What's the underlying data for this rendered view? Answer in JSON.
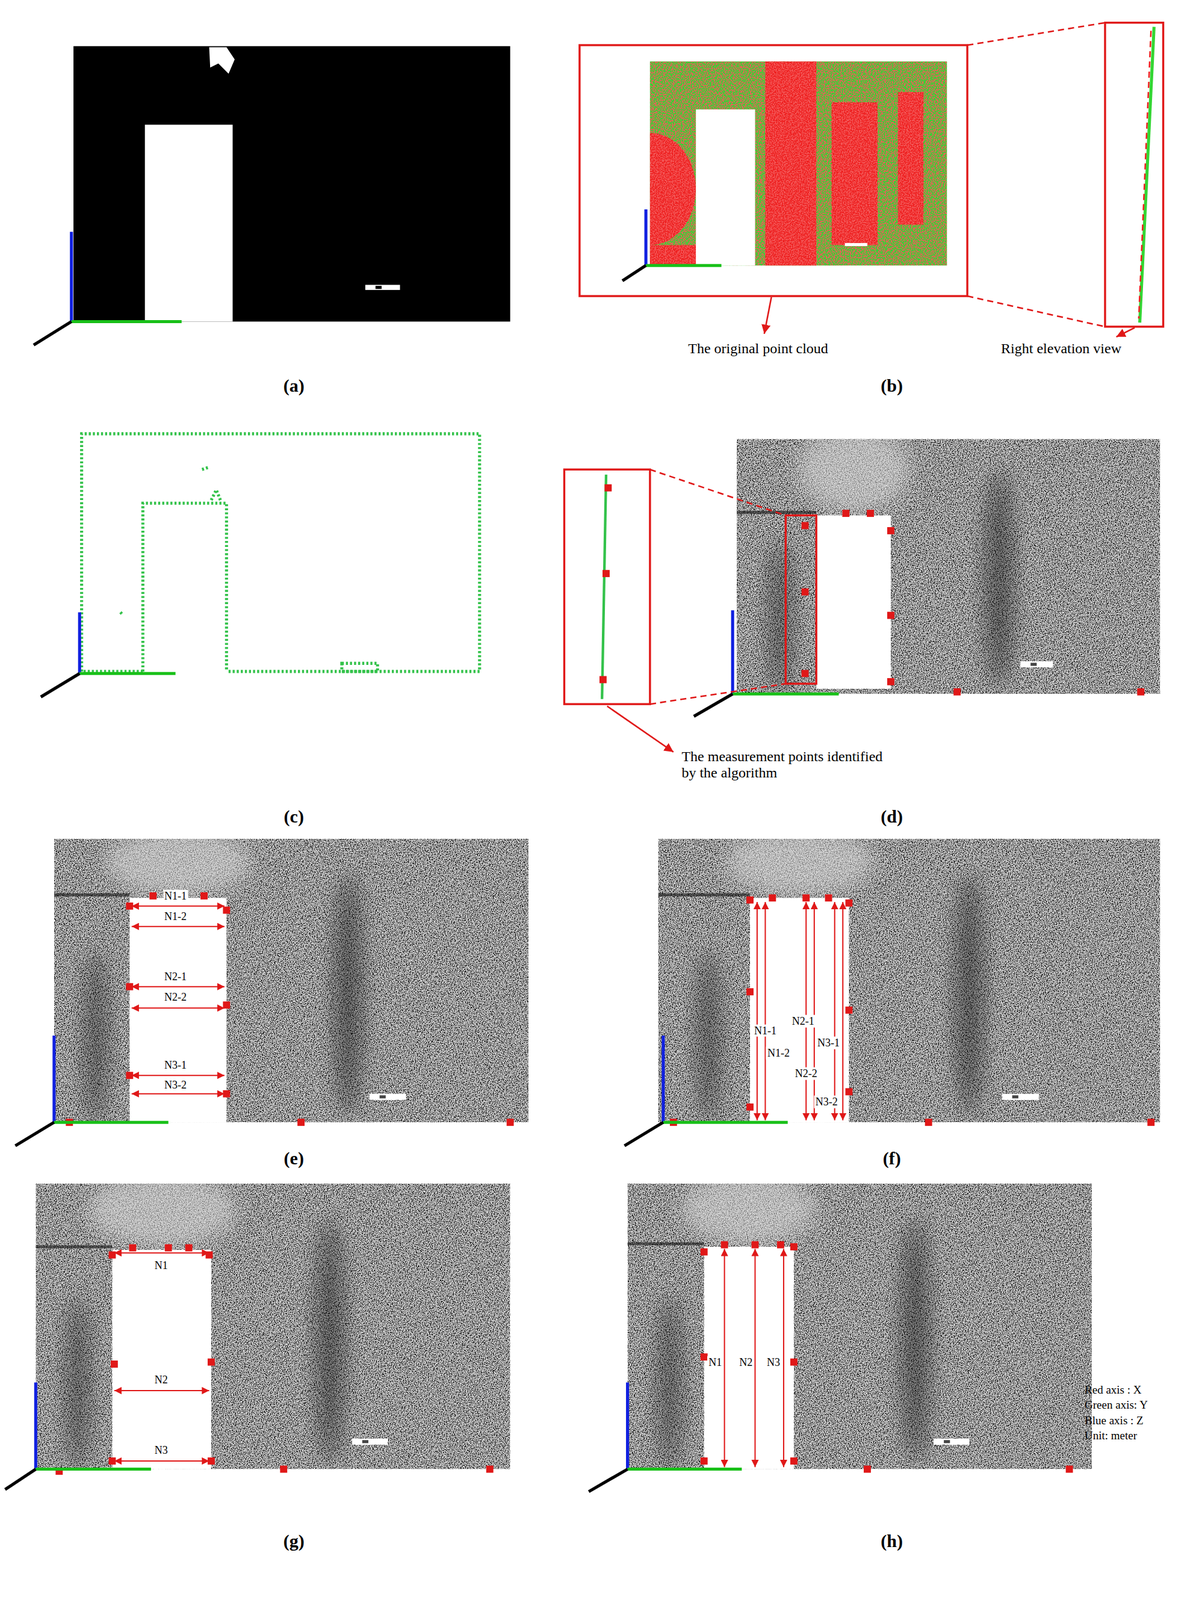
{
  "diagram": {
    "labels": [
      "(a)",
      "The original point cloud",
      "Right elevation view",
      "(b)",
      "(c)",
      "The measurement points identified by the algorithm",
      "(d)",
      "N1-1",
      "N1-2",
      "N2-1",
      "N2-2",
      "N3-1",
      "N3-2",
      "(e)",
      "N1-1",
      "N1-2",
      "N2-1",
      "N2-2",
      "N3-1",
      "N3-2",
      "(f)",
      "N1",
      "N2",
      "N3",
      "(g)",
      "N1",
      "N2",
      "N3",
      "Red axis : X",
      "Green axis: Y",
      "Blue axis : Z",
      "Unit: meter",
      "(h)"
    ]
  }
}
